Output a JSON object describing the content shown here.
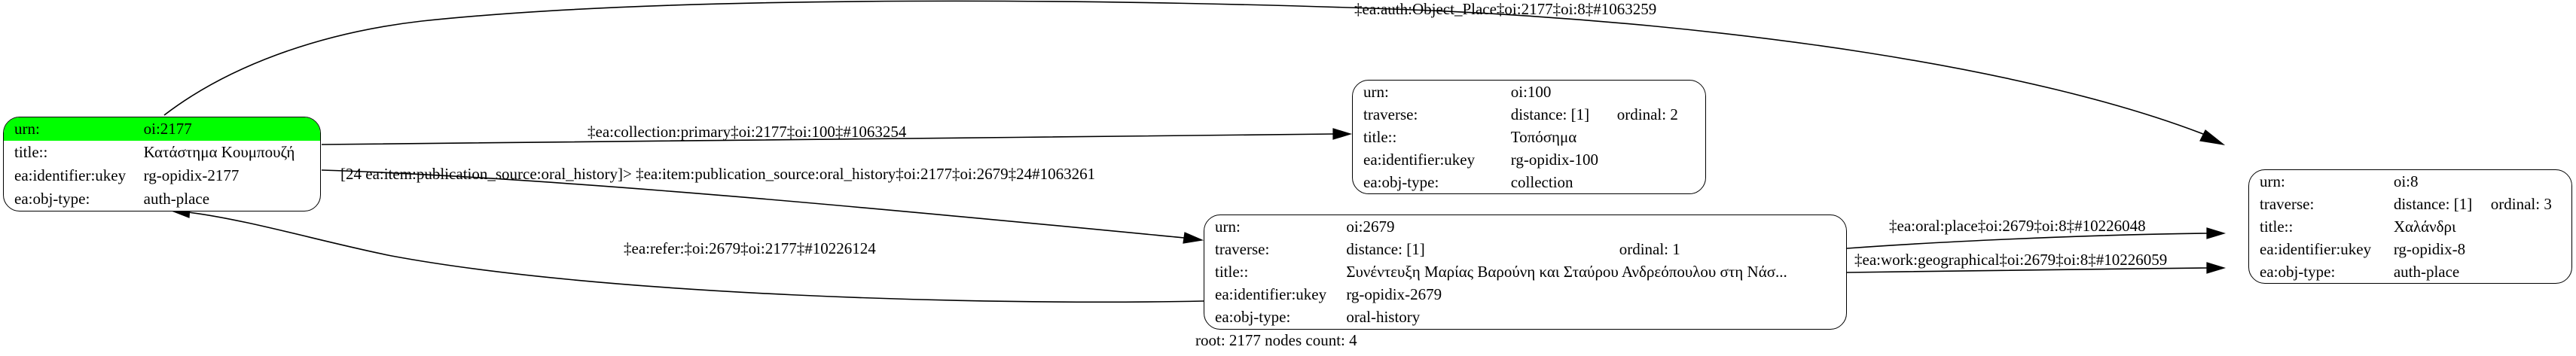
{
  "graph": {
    "footer": "root: 2177 nodes count: 4",
    "root_id": "2177",
    "node_count": "4",
    "highlight_color": "#00ff00",
    "edge_color": "#000000",
    "background": "#ffffff"
  },
  "labels": {
    "urn": "urn:",
    "traverse": "traverse:",
    "title": "title::",
    "identifier": "ea:identifier:ukey",
    "objtype": "ea:obj-type:"
  },
  "nodes": [
    {
      "key": "node-2177",
      "urn": "oi:2177",
      "traverse_distance": "",
      "traverse_ordinal": "",
      "title": "Κατάστημα Κουμπουζή",
      "identifier": "rg-opidix-2177",
      "objtype": "auth-place",
      "highlighted": true
    },
    {
      "key": "node-100",
      "urn": "oi:100",
      "traverse_distance": "distance: [1]",
      "traverse_ordinal": "ordinal: 2",
      "title": "Τοπόσημα",
      "identifier": "rg-opidix-100",
      "objtype": "collection",
      "highlighted": false
    },
    {
      "key": "node-2679",
      "urn": "oi:2679",
      "traverse_distance": "distance: [1]",
      "traverse_ordinal": "ordinal: 1",
      "title": "Συνέντευξη Μαρίας Βαρούνη και Σταύρου Ανδρεόπουλου στη Νάσ...",
      "identifier": "rg-opidix-2679",
      "objtype": "oral-history",
      "highlighted": false
    },
    {
      "key": "node-8",
      "urn": "oi:8",
      "traverse_distance": "distance: [1]",
      "traverse_ordinal": "ordinal: 3",
      "title": "Χαλάνδρι",
      "identifier": "rg-opidix-8",
      "objtype": "auth-place",
      "highlighted": false
    }
  ],
  "edges": [
    {
      "key": "edge-auth-object-place",
      "label": "‡ea:auth:Object_Place‡oi:2177‡oi:8‡#1063259"
    },
    {
      "key": "edge-collection-primary",
      "label": "‡ea:collection:primary‡oi:2177‡oi:100‡#1063254"
    },
    {
      "key": "edge-item-publication-source",
      "label": "[24 ea:item:publication_source:oral_history]> ‡ea:item:publication_source:oral_history‡oi:2177‡oi:2679‡24#1063261"
    },
    {
      "key": "edge-refer",
      "label": "‡ea:refer:‡oi:2679‡oi:2177‡#10226124"
    },
    {
      "key": "edge-oral-place",
      "label": "‡ea:oral:place‡oi:2679‡oi:8‡#10226048"
    },
    {
      "key": "edge-work-geographical",
      "label": "‡ea:work:geographical‡oi:2679‡oi:8‡#10226059"
    }
  ]
}
